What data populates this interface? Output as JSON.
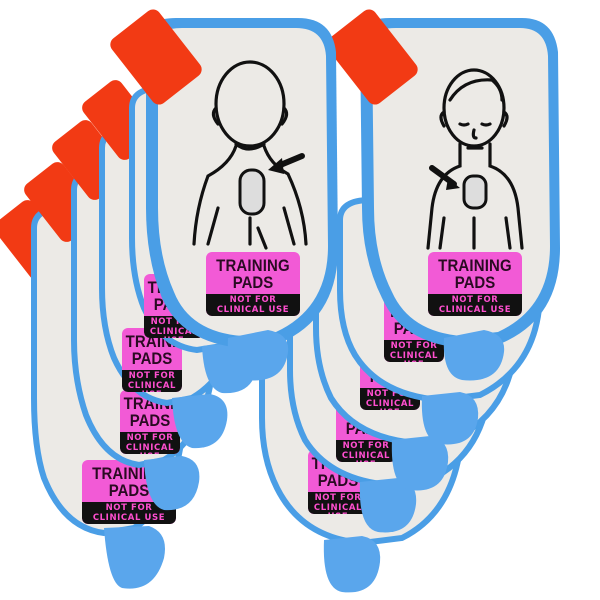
{
  "image": {
    "description": "Product photo of stacked AED pediatric training pads on white background",
    "background_color": "#ffffff"
  },
  "colors": {
    "pad_body": "#eceae6",
    "pad_outline": "#4a9ee6",
    "pad_tail": "#5aa6ec",
    "red_tab": "#f23a14",
    "label_pink": "#f25ad6",
    "label_text": "#2a0a22",
    "warning_band": "#111111",
    "warning_text": "#ff4fd0"
  },
  "pad_label": {
    "line1": "TRAINING",
    "line2": "PADS",
    "warning1": "NOT FOR",
    "warning2": "CLINICAL USE"
  },
  "stacks": [
    {
      "name": "left-stack",
      "figure": "back-view-figure-with-pad-placement",
      "pad_count": 5
    },
    {
      "name": "right-stack",
      "figure": "child-front-view-with-pad-placement",
      "pad_count": 5
    }
  ]
}
